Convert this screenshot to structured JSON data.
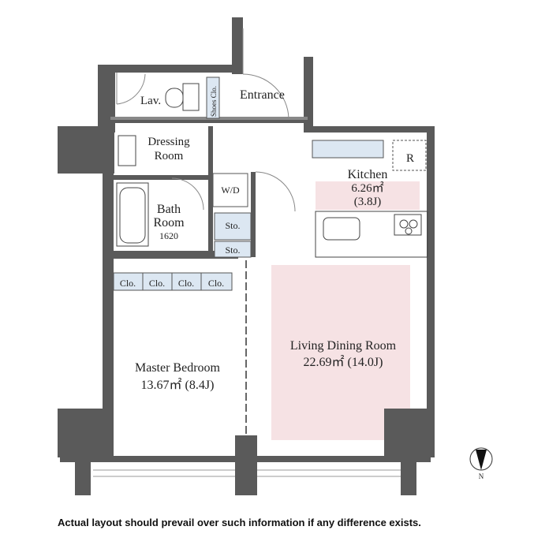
{
  "rooms": {
    "lav": "Lav.",
    "shoes": "Shoes Clo.",
    "entrance": "Entrance",
    "dressing": [
      "Dressing",
      "Room"
    ],
    "kitchen": {
      "name": "Kitchen",
      "area": "6.26㎡",
      "tatami": "(3.8J)"
    },
    "fridge": "R",
    "washer": "W/D",
    "bath": {
      "name": [
        "Bath",
        "Room"
      ],
      "size": "1620"
    },
    "storage": [
      "Sto.",
      "Sto."
    ],
    "closets": [
      "Clo.",
      "Clo.",
      "Clo.",
      "Clo."
    ],
    "master": {
      "name": "Master Bedroom",
      "detail": "13.67㎡ (8.4J)"
    },
    "living": {
      "name": "Living Dining Room",
      "detail": "22.69㎡ (14.0J)"
    }
  },
  "compass": {
    "label": "N"
  },
  "colors": {
    "wall": "#5a5a5a",
    "highlight": "#f6e2e4",
    "fixture_blue": "#dce7f2"
  },
  "disclaimer": "Actual layout should prevail over such information if any difference exists."
}
